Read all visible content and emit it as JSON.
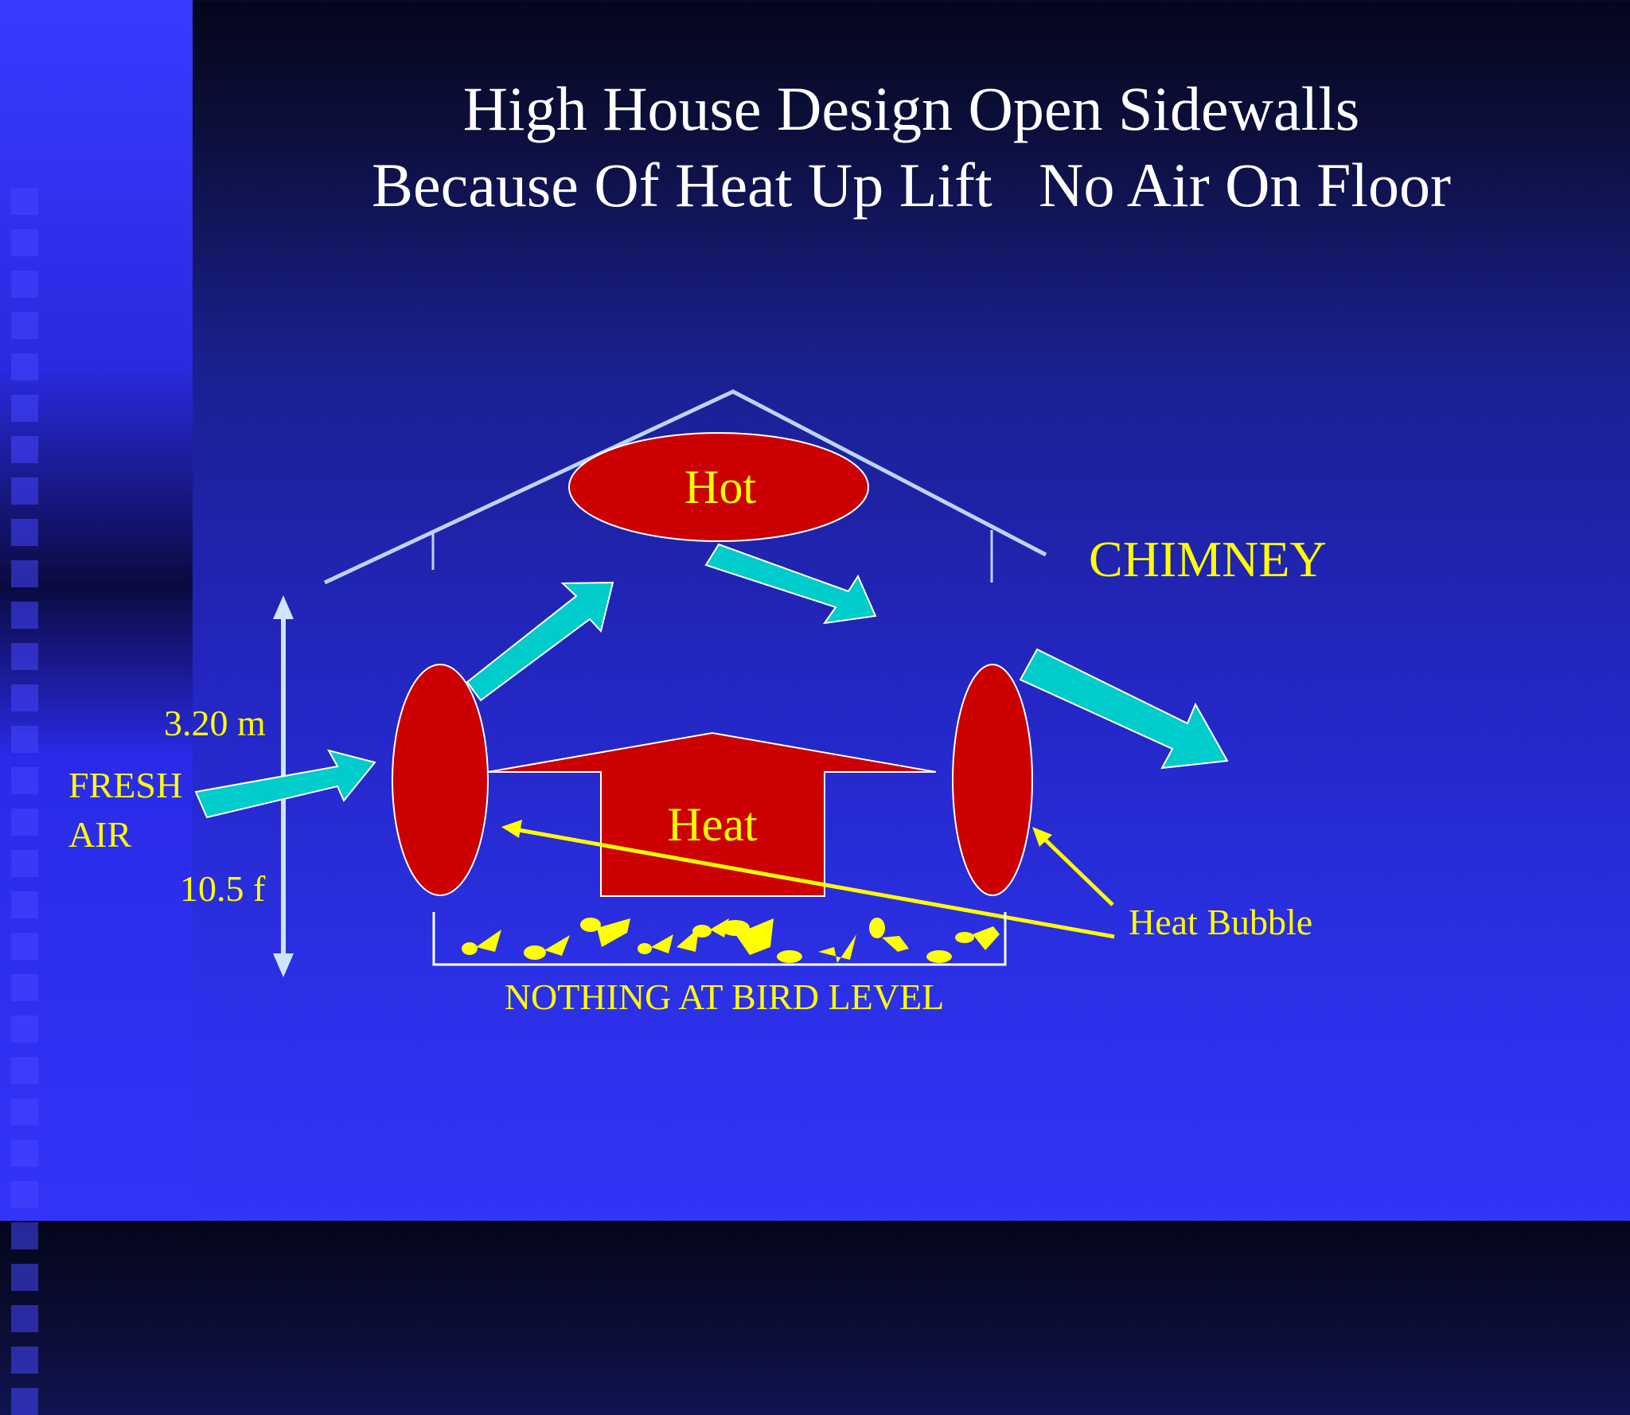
{
  "slide": {
    "title_line1": "High House Design Open Sidewalls",
    "title_line2": "Because Of Heat Up Lift   No Air On Floor"
  },
  "diagram": {
    "hot_label": "Hot",
    "heat_label": "Heat",
    "chimney_label": "CHIMNEY",
    "height_metric": "3.20 m",
    "height_imperial": "10.5 f",
    "fresh_air_line1": "FRESH",
    "fresh_air_line2": "AIR",
    "heat_bubble_label": "Heat Bubble",
    "floor_label": "NOTHING AT BIRD LEVEL"
  },
  "colors": {
    "arrow_fill": "#00cccc",
    "bubble_red": "#cc0000",
    "label_yellow": "#ffff00",
    "roof_line": "#bcd4ff"
  }
}
